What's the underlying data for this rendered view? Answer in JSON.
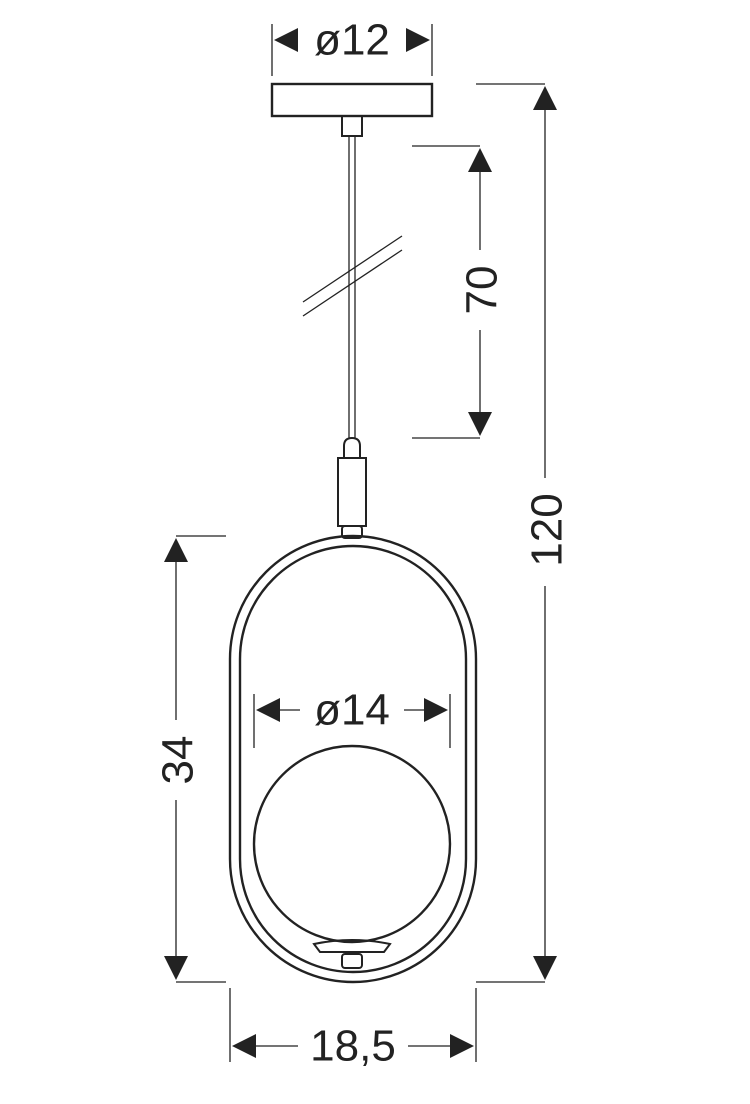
{
  "dimensions": {
    "canopy_diameter": "ø12",
    "cable_length": "70",
    "total_height": "120",
    "frame_height": "34",
    "globe_diameter": "ø14",
    "frame_width": "18,5"
  },
  "colors": {
    "line": "#222222",
    "background": "#ffffff"
  }
}
